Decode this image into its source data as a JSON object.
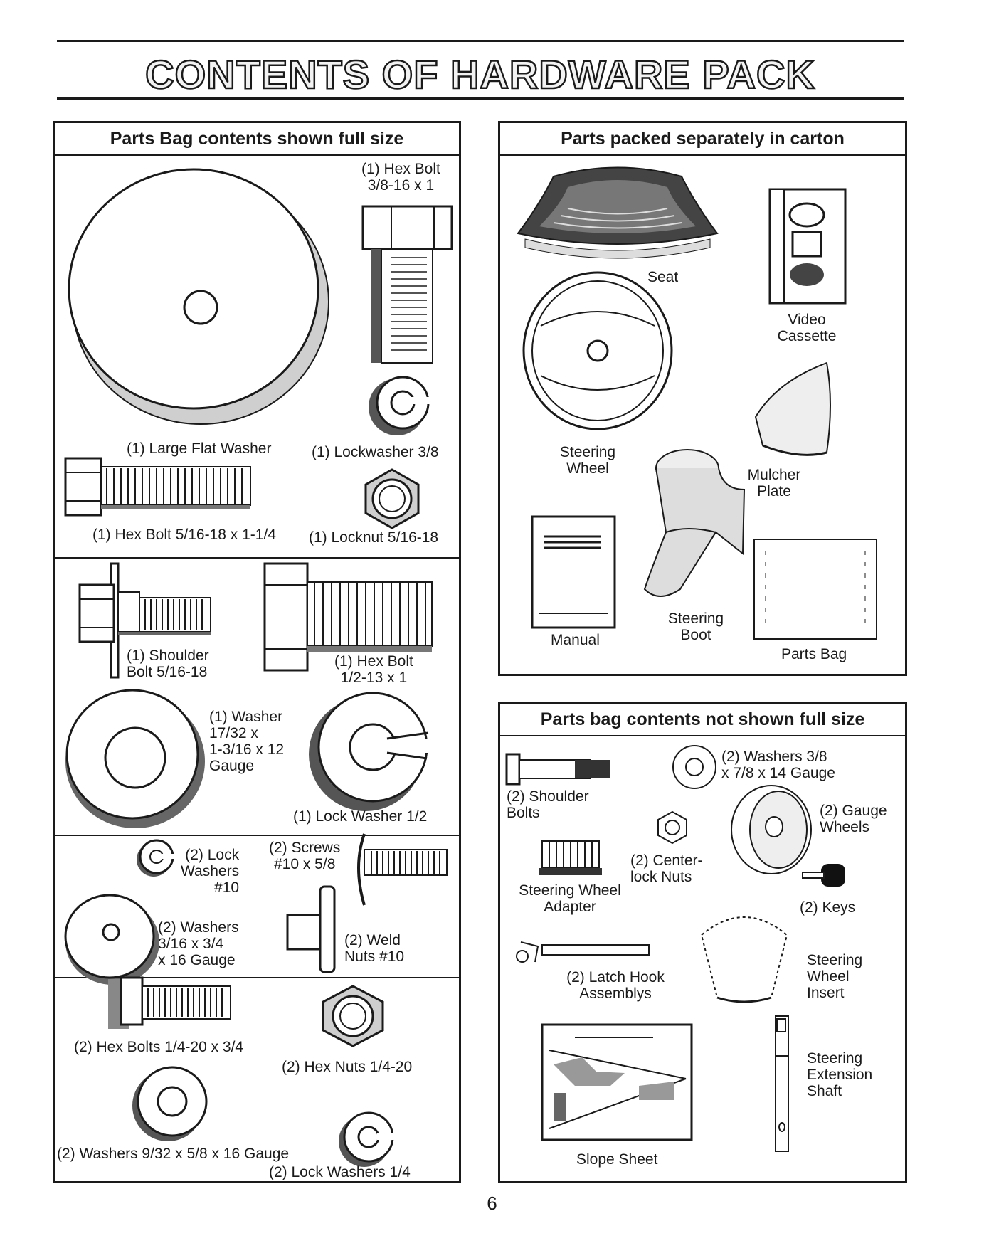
{
  "page": {
    "title": "CONTENTS OF HARDWARE PACK",
    "page_number": "6"
  },
  "full_size": {
    "heading": "Parts Bag contents shown full size",
    "items": {
      "hex_bolt_38": "(1) Hex Bolt\n3/8-16 x 1",
      "large_flat_washer": "(1) Large Flat Washer",
      "lockwasher_38": "(1) Lockwasher  3/8",
      "hex_bolt_516": "(1) Hex Bolt  5/16-18 x 1-1/4",
      "locknut_516": "(1) Locknut  5/16-18",
      "shoulder_bolt": "(1) Shoulder\nBolt  5/16-18",
      "hex_bolt_12": "(1) Hex Bolt\n1/2-13 x 1",
      "washer_1732": "(1) Washer\n17/32 x\n1-3/16 x 12\nGauge",
      "lock_washer_12": "(1) Lock Washer  1/2",
      "lock_washers_10": "(2) Lock\nWashers\n#10",
      "screws_10": "(2) Screws\n#10 x 5/8",
      "washers_316": "(2) Washers\n3/16 x 3/4\nx 16 Gauge",
      "weld_nuts": "(2) Weld\nNuts  #10",
      "hex_bolts_14": "(2) Hex Bolts  1/4-20 x 3/4",
      "hex_nuts_14": "(2) Hex Nuts  1/4-20",
      "washers_932": "(2) Washers  9/32  x 5/8 x 16 Gauge",
      "lock_washers_14": "(2) Lock Washers  1/4"
    }
  },
  "carton": {
    "heading": "Parts packed separately in carton",
    "items": {
      "seat": "Seat",
      "video_cassette": "Video\nCassette",
      "steering_wheel": "Steering\nWheel",
      "mulcher_plate": "Mulcher\nPlate",
      "manual": "Manual",
      "steering_boot": "Steering\nBoot",
      "parts_bag": "Parts Bag"
    }
  },
  "not_full_size": {
    "heading": "Parts bag contents not shown full size",
    "items": {
      "shoulder_bolts": "(2) Shoulder\nBolts",
      "washers_38": "(2) Washers  3/8\nx 7/8 x 14 Gauge",
      "gauge_wheels": "(2) Gauge\nWheels",
      "steering_wheel_adapter": "Steering Wheel\nAdapter",
      "centerlock_nuts": "(2) Center-\nlock Nuts",
      "keys": "(2) Keys",
      "latch_hook": "(2) Latch Hook\nAssemblys",
      "steering_wheel_insert": "Steering\nWheel\nInsert",
      "slope_sheet": "Slope Sheet",
      "steering_extension_shaft": "Steering\nExtension\nShaft"
    }
  }
}
